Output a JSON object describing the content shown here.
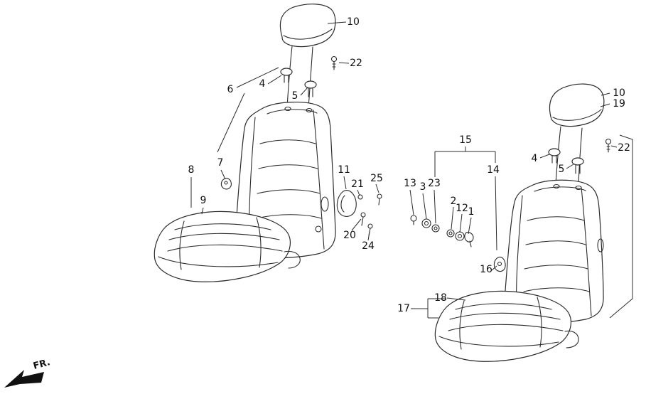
{
  "figure": {
    "description": "Front seat components exploded parts diagram, two seat assemblies with numbered callouts",
    "direction_label": "FR."
  },
  "callouts": {
    "left": {
      "n10": "10",
      "n22": "22",
      "n6": "6",
      "n4": "4",
      "n5": "5",
      "n7": "7",
      "n8": "8",
      "n9": "9",
      "n11": "11",
      "n21": "21",
      "n25": "25",
      "n20": "20",
      "n24": "24"
    },
    "middle": {
      "n15": "15",
      "n14": "14",
      "n13": "13",
      "n3": "3",
      "n23": "23",
      "n2": "2",
      "n12": "12",
      "n1": "1",
      "n16": "16"
    },
    "right": {
      "n10": "10",
      "n19": "19",
      "n22": "22",
      "n4": "4",
      "n5": "5",
      "n18": "18",
      "n17": "17"
    }
  },
  "colors": {
    "line": "#2b2b2b",
    "background": "#ffffff"
  }
}
